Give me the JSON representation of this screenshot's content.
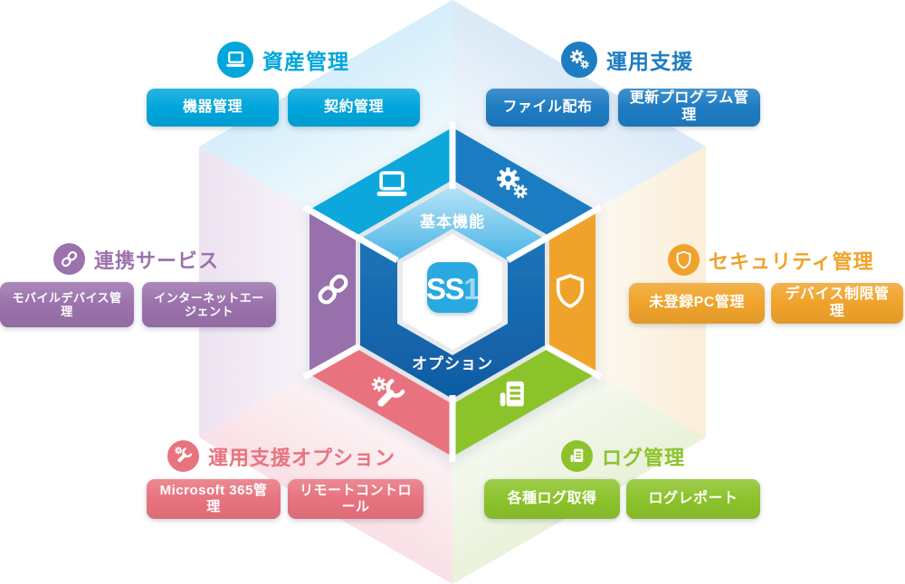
{
  "diagram": {
    "center": {
      "product_ss": "SS",
      "product_one": "1",
      "product": "SS1",
      "inner_top_label": "基本機能",
      "inner_bottom_label": "オプション",
      "logo_color": "#29A9E0",
      "inner_top_color": "#49B4E6",
      "inner_bottom_color": "#1266AD"
    },
    "sections": {
      "asset": {
        "title": "資産管理",
        "color": "#00A6DC",
        "buttons": [
          "機器管理",
          "契約管理"
        ]
      },
      "operation": {
        "title": "運用支援",
        "color": "#1E7CC2",
        "buttons": [
          "ファイル配布",
          "更新プログラム管理"
        ]
      },
      "link": {
        "title": "連携サービス",
        "color": "#9B72AC",
        "buttons": [
          "モバイルデバイス管理",
          "インターネットエージェント"
        ]
      },
      "security": {
        "title": "セキュリティ管理",
        "color": "#F0A32B",
        "buttons": [
          "未登録PC管理",
          "デバイス制限管理"
        ]
      },
      "option": {
        "title": "運用支援オプション",
        "color": "#E8737F",
        "buttons": [
          "Microsoft 365管理",
          "リモートコントロール"
        ]
      },
      "log": {
        "title": "ログ管理",
        "color": "#8CC32B",
        "buttons": [
          "各種ログ取得",
          "ログレポート"
        ]
      }
    }
  }
}
